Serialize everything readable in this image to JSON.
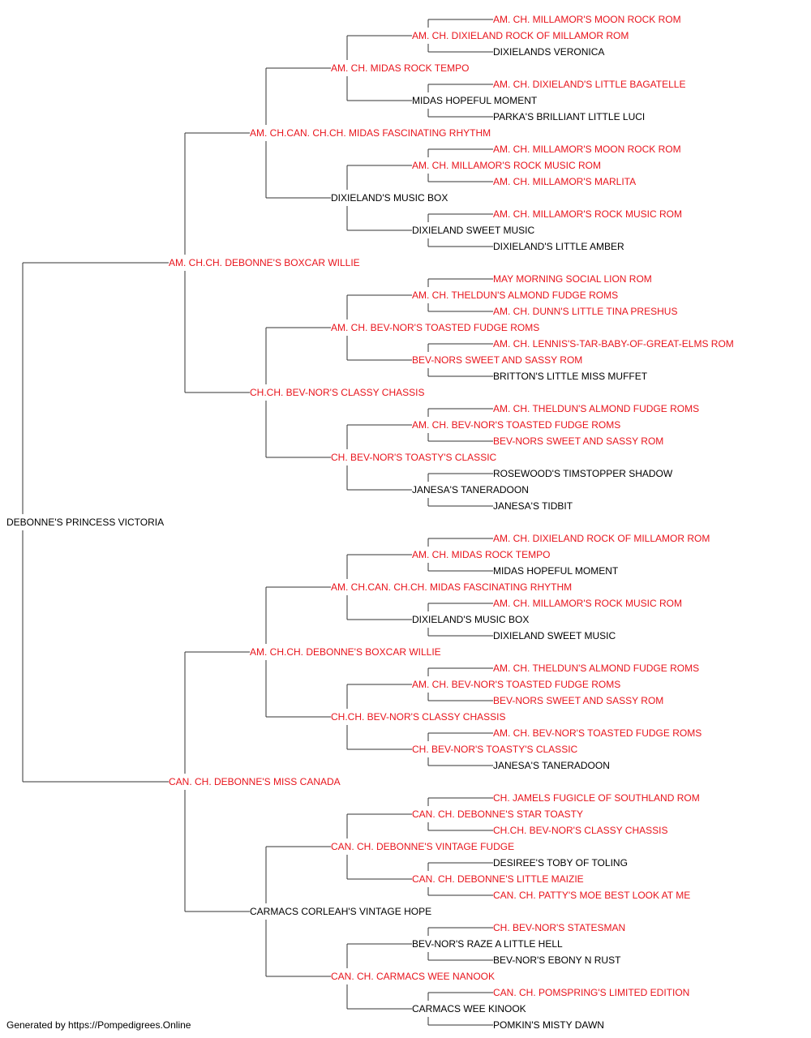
{
  "colors": {
    "champion": "#e8141c",
    "regular": "#000000",
    "line": "#333333"
  },
  "footer": "Generated by https://Pompedigrees.Online",
  "pedigree": {
    "name": "DEBONNE'S PRINCESS VICTORIA",
    "champion": false,
    "sire": {
      "name": "AM. CH.CH. DEBONNE'S BOXCAR WILLIE",
      "champion": true,
      "sire": {
        "name": "AM. CH.CAN. CH.CH. MIDAS FASCINATING RHYTHM",
        "champion": true,
        "sire": {
          "name": "AM. CH. MIDAS ROCK TEMPO",
          "champion": true,
          "sire": {
            "name": "AM. CH. DIXIELAND ROCK OF MILLAMOR ROM",
            "champion": true,
            "sire": {
              "name": "AM. CH. MILLAMOR'S MOON ROCK ROM",
              "champion": true
            },
            "dam": {
              "name": "DIXIELANDS VERONICA",
              "champion": false
            }
          },
          "dam": {
            "name": "MIDAS HOPEFUL MOMENT",
            "champion": false,
            "sire": {
              "name": "AM. CH. DIXIELAND'S LITTLE BAGATELLE",
              "champion": true
            },
            "dam": {
              "name": "PARKA'S BRILLIANT LITTLE LUCI",
              "champion": false
            }
          }
        },
        "dam": {
          "name": "DIXIELAND'S MUSIC BOX",
          "champion": false,
          "sire": {
            "name": "AM. CH. MILLAMOR'S ROCK MUSIC ROM",
            "champion": true,
            "sire": {
              "name": "AM. CH. MILLAMOR'S MOON ROCK ROM",
              "champion": true
            },
            "dam": {
              "name": "AM. CH. MILLAMOR'S MARLITA",
              "champion": true
            }
          },
          "dam": {
            "name": "DIXIELAND SWEET MUSIC",
            "champion": false,
            "sire": {
              "name": "AM. CH. MILLAMOR'S ROCK MUSIC ROM",
              "champion": true
            },
            "dam": {
              "name": "DIXIELAND'S LITTLE AMBER",
              "champion": false
            }
          }
        }
      },
      "dam": {
        "name": "CH.CH. BEV-NOR'S CLASSY CHASSIS",
        "champion": true,
        "sire": {
          "name": "AM. CH. BEV-NOR'S TOASTED FUDGE ROMS",
          "champion": true,
          "sire": {
            "name": "AM. CH. THELDUN'S ALMOND FUDGE ROMS",
            "champion": true,
            "sire": {
              "name": "MAY MORNING SOCIAL LION ROM",
              "champion": true
            },
            "dam": {
              "name": "AM. CH. DUNN'S LITTLE TINA PRESHUS",
              "champion": true
            }
          },
          "dam": {
            "name": "BEV-NORS SWEET AND SASSY ROM",
            "champion": true,
            "sire": {
              "name": "AM. CH. LENNIS'S-TAR-BABY-OF-GREAT-ELMS ROM",
              "champion": true
            },
            "dam": {
              "name": "BRITTON'S LITTLE MISS MUFFET",
              "champion": false
            }
          }
        },
        "dam": {
          "name": "CH. BEV-NOR'S TOASTY'S CLASSIC",
          "champion": true,
          "sire": {
            "name": "AM. CH. BEV-NOR'S TOASTED FUDGE ROMS",
            "champion": true,
            "sire": {
              "name": "AM. CH. THELDUN'S ALMOND FUDGE ROMS",
              "champion": true
            },
            "dam": {
              "name": "BEV-NORS SWEET AND SASSY ROM",
              "champion": true
            }
          },
          "dam": {
            "name": "JANESA'S TANERADOON",
            "champion": false,
            "sire": {
              "name": "ROSEWOOD'S TIMSTOPPER SHADOW",
              "champion": false
            },
            "dam": {
              "name": "JANESA'S TIDBIT",
              "champion": false
            }
          }
        }
      }
    },
    "dam": {
      "name": "CAN. CH. DEBONNE'S MISS CANADA",
      "champion": true,
      "sire": {
        "name": "AM. CH.CH. DEBONNE'S BOXCAR WILLIE",
        "champion": true,
        "sire": {
          "name": "AM. CH.CAN. CH.CH. MIDAS FASCINATING RHYTHM",
          "champion": true,
          "sire": {
            "name": "AM. CH. MIDAS ROCK TEMPO",
            "champion": true,
            "sire": {
              "name": "AM. CH. DIXIELAND ROCK OF MILLAMOR ROM",
              "champion": true
            },
            "dam": {
              "name": "MIDAS HOPEFUL MOMENT",
              "champion": false
            }
          },
          "dam": {
            "name": "DIXIELAND'S MUSIC BOX",
            "champion": false,
            "sire": {
              "name": "AM. CH. MILLAMOR'S ROCK MUSIC ROM",
              "champion": true
            },
            "dam": {
              "name": "DIXIELAND SWEET MUSIC",
              "champion": false
            }
          }
        },
        "dam": {
          "name": "CH.CH. BEV-NOR'S CLASSY CHASSIS",
          "champion": true,
          "sire": {
            "name": "AM. CH. BEV-NOR'S TOASTED FUDGE ROMS",
            "champion": true,
            "sire": {
              "name": "AM. CH. THELDUN'S ALMOND FUDGE ROMS",
              "champion": true
            },
            "dam": {
              "name": "BEV-NORS SWEET AND SASSY ROM",
              "champion": true
            }
          },
          "dam": {
            "name": "CH. BEV-NOR'S TOASTY'S CLASSIC",
            "champion": true,
            "sire": {
              "name": "AM. CH. BEV-NOR'S TOASTED FUDGE ROMS",
              "champion": true
            },
            "dam": {
              "name": "JANESA'S TANERADOON",
              "champion": false
            }
          }
        }
      },
      "dam": {
        "name": "CARMACS CORLEAH'S VINTAGE HOPE",
        "champion": false,
        "sire": {
          "name": "CAN. CH. DEBONNE'S VINTAGE FUDGE",
          "champion": true,
          "sire": {
            "name": "CAN. CH. DEBONNE'S STAR TOASTY",
            "champion": true,
            "sire": {
              "name": "CH. JAMELS FUGICLE OF SOUTHLAND ROM",
              "champion": true
            },
            "dam": {
              "name": "CH.CH. BEV-NOR'S CLASSY CHASSIS",
              "champion": true
            }
          },
          "dam": {
            "name": "CAN. CH. DEBONNE'S LITTLE MAIZIE",
            "champion": true,
            "sire": {
              "name": "DESIREE'S TOBY OF TOLING",
              "champion": false
            },
            "dam": {
              "name": "CAN. CH. PATTY'S MOE BEST LOOK AT ME",
              "champion": true
            }
          }
        },
        "dam": {
          "name": "CAN. CH. CARMACS WEE NANOOK",
          "champion": true,
          "sire": {
            "name": "BEV-NOR'S RAZE A LITTLE HELL",
            "champion": false,
            "sire": {
              "name": "CH. BEV-NOR'S STATESMAN",
              "champion": true
            },
            "dam": {
              "name": "BEV-NOR'S EBONY N RUST",
              "champion": false
            }
          },
          "dam": {
            "name": "CARMACS WEE KINOOK",
            "champion": false,
            "sire": {
              "name": "CAN. CH. POMSPRING'S LIMITED EDITION",
              "champion": true
            },
            "dam": {
              "name": "POMKIN'S MISTY DAWN",
              "champion": false
            }
          }
        }
      }
    }
  }
}
